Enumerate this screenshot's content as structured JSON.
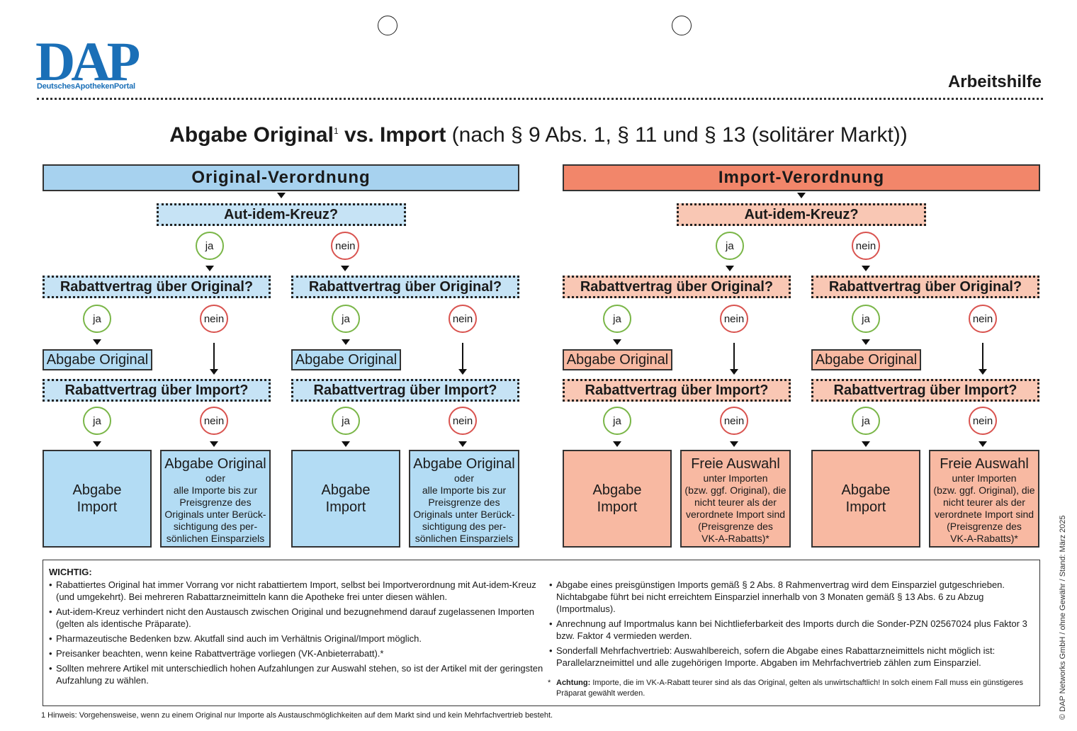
{
  "logo": {
    "text": "DAP",
    "subtitle": "DeutschesApothekenPortal"
  },
  "doc_type": "Arbeitshilfe",
  "title": {
    "bold": "Abgabe Original",
    "sup": "1",
    "bold2": " vs. Import",
    "rest": " (nach § 9 Abs. 1, § 11 und § 13 (solitärer Markt))"
  },
  "colors": {
    "blue_header": "#a7d2ef",
    "blue_light": "#c6e3f5",
    "blue_box": "#b3dcf4",
    "salmon_header": "#f2866a",
    "salmon_light": "#f9c7b4",
    "salmon_box": "#f8b9a2"
  },
  "original": {
    "header": "Original-Verordnung"
  },
  "import": {
    "header": "Import-Verordnung"
  },
  "labels": {
    "aut_idem": "Aut-idem-Kreuz?",
    "ja": "ja",
    "nein": "nein",
    "rv_original": "Rabattvertrag über Original?",
    "rv_import": "Rabattvertrag über Import?",
    "abgabe_original": "Abgabe Original",
    "abgabe_import_1": "Abgabe",
    "abgabe_import_2": "Import",
    "orig_alt_title": "Abgabe Original",
    "orig_alt_lines": [
      "oder",
      "alle Importe bis zur",
      "Preisgrenze des",
      "Originals unter Berück-",
      "sichtigung des per-",
      "sönlichen Einsparziels"
    ],
    "freie_title": "Freie Auswahl",
    "freie_lines": [
      "unter Importen",
      "(bzw. ggf. Original), die",
      "nicht teurer als der",
      "verordnete Import sind",
      "(Preisgrenze des",
      "VK-A-Rabatts)*"
    ]
  },
  "notes": {
    "heading": "WICHTIG:",
    "left": [
      "Rabattiertes Original hat immer Vorrang vor nicht rabattiertem Import, selbst bei Importverordnung mit Aut-idem-Kreuz (und umgekehrt). Bei mehreren Rabattarzneimitteln kann die Apotheke frei unter diesen wählen.",
      "Aut-idem-Kreuz verhindert nicht den Austausch zwischen Original und bezugnehmend darauf zugelassenen Importen (gelten als identische Präparate).",
      "Pharmazeutische Bedenken bzw. Akutfall sind auch im Verhältnis Original/Import möglich.",
      "Preisanker beachten, wenn keine Rabattverträge vorliegen (VK-Anbieterrabatt).*",
      "Sollten mehrere Artikel mit unterschiedlich hohen Aufzahlungen zur Auswahl stehen, so ist der Artikel mit der geringsten Aufzahlung zu wählen."
    ],
    "right": [
      "Abgabe eines preisgünstigen Imports gemäß § 2 Abs. 8 Rahmenvertrag wird dem Einsparziel gutgeschrieben. Nichtabgabe führt bei nicht erreichtem Einsparziel innerhalb von 3 Monaten gemäß § 13 Abs. 6 zu Abzug (Importmalus).",
      "Anrechnung auf Importmalus kann bei Nichtlieferbarkeit des Imports durch die Sonder-PZN 02567024 plus Faktor 3 bzw. Faktor 4 vermieden werden.",
      "Sonderfall Mehrfachvertrieb: Auswahlbereich, sofern die Abgabe eines Rabattarzneimittels nicht möglich ist: Parallelarzneimittel und alle zugehörigen Importe. Abgaben im Mehrfachvertrieb zählen zum Einsparziel."
    ],
    "star_label": "Achtung:",
    "star_text": " Importe, die im VK-A-Rabatt teurer sind als das Original, gelten als unwirtschaftlich! In solch einem Fall muss ein günstigeres Präparat gewählt werden."
  },
  "footnote": "1 Hinweis: Vorgehensweise, wenn zu einem Original nur Importe als Austauschmöglichkeiten auf dem Markt sind und kein Mehrfachvertrieb besteht.",
  "copyright": "© DAP Networks GmbH / ohne Gewähr / Stand: März 2025"
}
